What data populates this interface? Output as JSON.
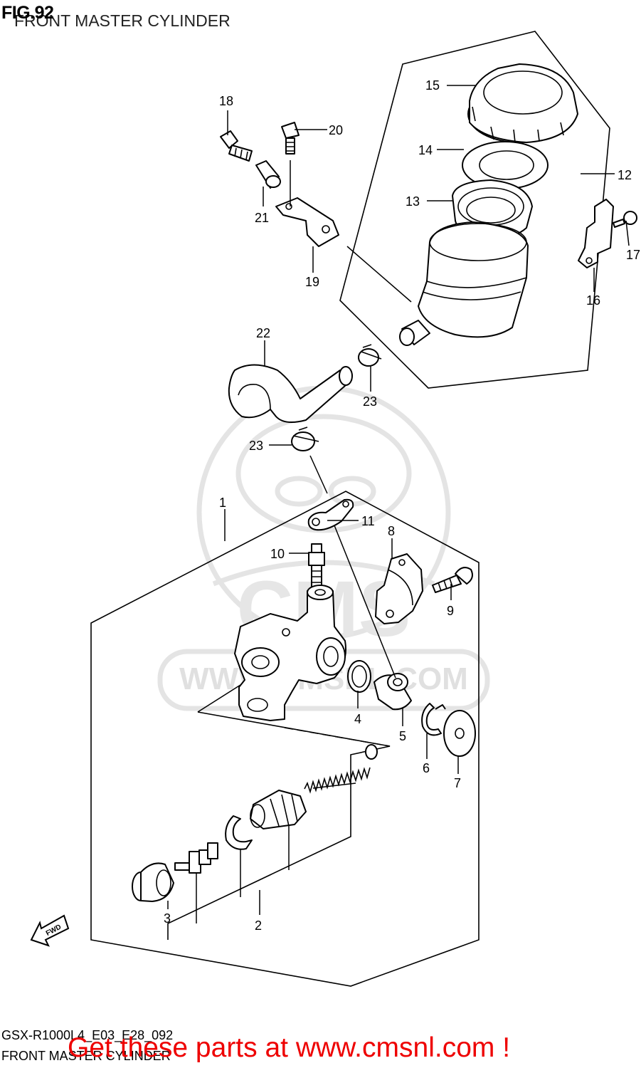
{
  "header": {
    "figure_number": "FIG.92",
    "title": "FRONT MASTER CYLINDER"
  },
  "footer": {
    "model_code": "GSX-R1000L4_E03_E28_092",
    "title": "FRONT MASTER CYLINDER",
    "promo": "Get these parts at www.cmsnl.com !",
    "promo_color": "#ee0000"
  },
  "watermark": {
    "text": "WWW.CMSNL.COM",
    "logo": "CMS",
    "color": "#e6e6e6"
  },
  "direction_marker": {
    "label": "FWD",
    "icon": "fwd-arrow-icon"
  },
  "callouts": [
    {
      "number": "1"
    },
    {
      "number": "2"
    },
    {
      "number": "3"
    },
    {
      "number": "4"
    },
    {
      "number": "5"
    },
    {
      "number": "6"
    },
    {
      "number": "7"
    },
    {
      "number": "8"
    },
    {
      "number": "9"
    },
    {
      "number": "10"
    },
    {
      "number": "11"
    },
    {
      "number": "12"
    },
    {
      "number": "13"
    },
    {
      "number": "14"
    },
    {
      "number": "15"
    },
    {
      "number": "16"
    },
    {
      "number": "17"
    },
    {
      "number": "18"
    },
    {
      "number": "19"
    },
    {
      "number": "20"
    },
    {
      "number": "21"
    },
    {
      "number": "22"
    },
    {
      "number": "23"
    },
    {
      "number": "23"
    }
  ]
}
